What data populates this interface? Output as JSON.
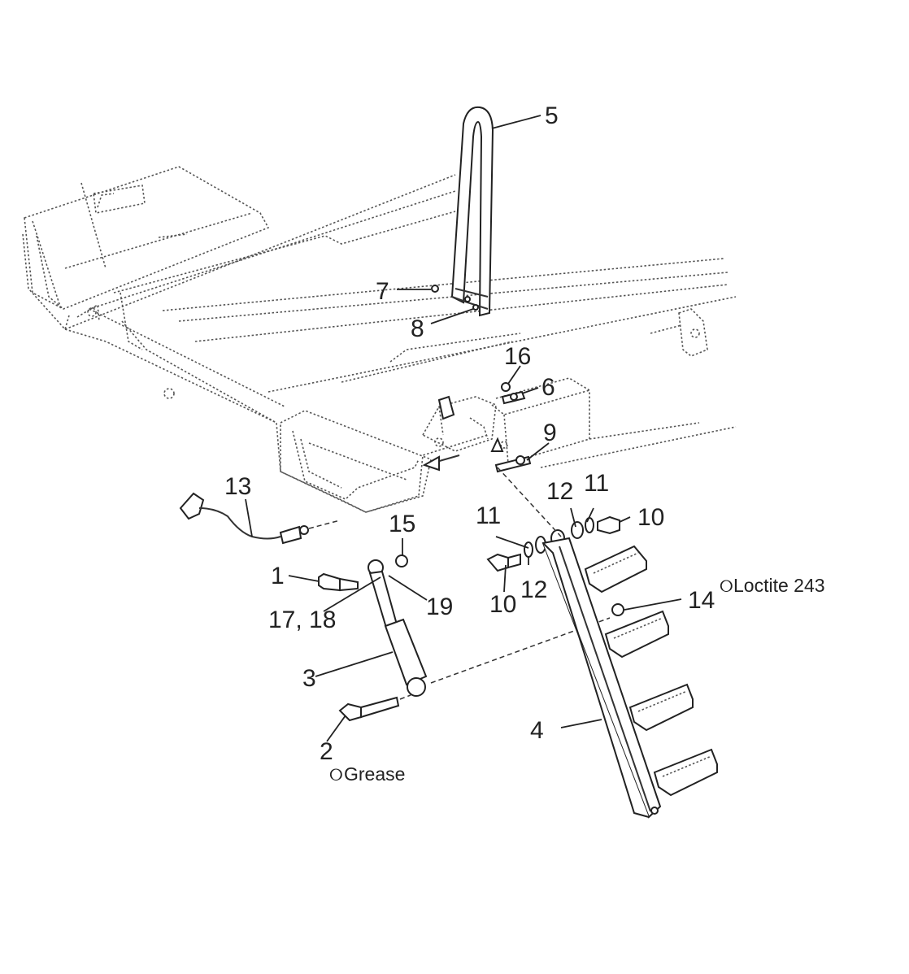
{
  "callouts": {
    "c1": "1",
    "c2": "2",
    "c3": "3",
    "c4": "4",
    "c5": "5",
    "c6": "6",
    "c7": "7",
    "c8": "8",
    "c9": "9",
    "c10a": "10",
    "c10b": "10",
    "c11a": "11",
    "c11b": "11",
    "c12a": "12",
    "c12b": "12",
    "c13": "13",
    "c14": "14",
    "c15": "15",
    "c16": "16",
    "c17_18": "17, 18",
    "c19": "19"
  },
  "notes": {
    "loctite": "Loctite 243",
    "grease": "Grease",
    "drop_symbol": "୦"
  }
}
